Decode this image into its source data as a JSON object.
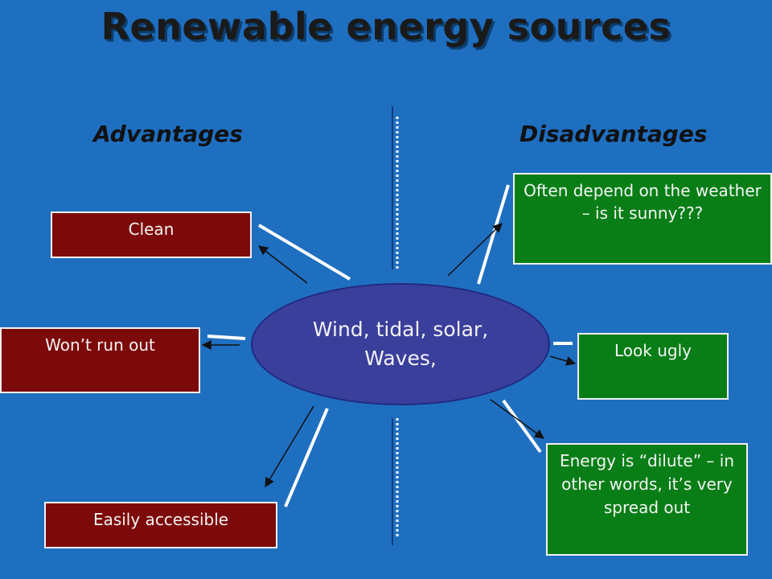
{
  "title": "Renewable energy sources",
  "headings": {
    "advantages": "Advantages",
    "disadvantages": "Disadvantages"
  },
  "hub": {
    "text": "Wind, tidal, solar, Waves,"
  },
  "advantages": [
    {
      "label": "Clean"
    },
    {
      "label": "Won’t run out"
    },
    {
      "label": "Easily accessible"
    }
  ],
  "disadvantages": [
    {
      "label": "Often depend on the weather – is it sunny???"
    },
    {
      "label": "Look ugly"
    },
    {
      "label": "Energy is “dilute” – in other words, it’s very spread out"
    }
  ],
  "colors": {
    "background": "#1f6fc0",
    "advantage_box": "#7d0a0a",
    "disadvantage_box": "#097e17",
    "hub": "#3a3f9c"
  }
}
